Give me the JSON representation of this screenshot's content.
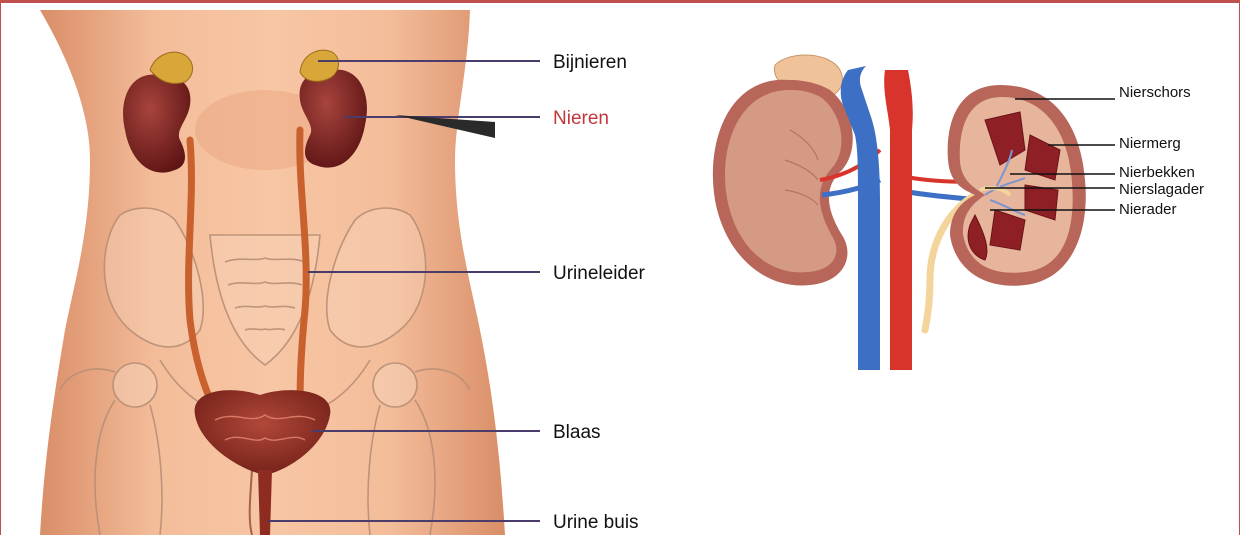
{
  "urinary_system_labels": {
    "bijnieren": "Bijnieren",
    "nieren": "Nieren",
    "urineleider": "Urineleider",
    "blaas": "Blaas",
    "urine_buis": "Urine buis"
  },
  "kidney_section_labels": {
    "nierschors": "Nierschors",
    "niermerg": "Niermerg",
    "nierbekken": "Nierbekken",
    "nierslagader": "Nierslagader",
    "nierader": "Nierader"
  },
  "colors": {
    "border": "#c0504d",
    "skin": "#f0b491",
    "kidney": "#7a1f1f",
    "adrenal": "#d9a63a",
    "ureter": "#c8612e",
    "bladder": "#8e2c22",
    "pelvis_outline": "#b98f76",
    "leader_line": "#4a3d6b",
    "highlight_label": "#c0383a",
    "vena_cava": "#3d6fc4",
    "aorta": "#d9342b"
  }
}
